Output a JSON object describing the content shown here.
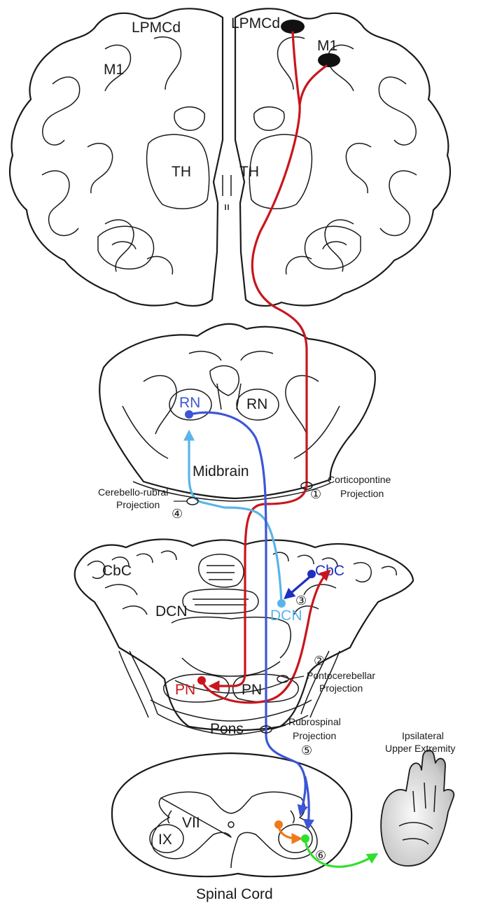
{
  "colors": {
    "corticopontine": "#c8161d",
    "pontocerebellar": "#c8161d",
    "cerebello_rubral": "#5ab4e8",
    "rubrospinal": "#3d56d6",
    "dcn_to_cbc": "#1f2fc0",
    "interneuron": "#f07a1a",
    "motor_output": "#2ee02e",
    "outline": "#1a1a1a"
  },
  "brain": {
    "left_lpmcd": "LPMCd",
    "left_m1": "M1",
    "right_lpmcd": "LPMCd",
    "right_m1": "M1",
    "left_th": "TH",
    "right_th": "TH"
  },
  "midbrain": {
    "label": "Midbrain",
    "rn_left": "RN",
    "rn_right": "RN"
  },
  "pons": {
    "label": "Pons",
    "cbc_left": "CbC",
    "cbc_right": "CbC",
    "dcn_left": "DCN",
    "dcn_right": "DCN",
    "pn_left": "PN",
    "pn_right": "PN"
  },
  "spinal": {
    "label": "Spinal Cord",
    "lamina_vii": "VII",
    "lamina_ix": "IX"
  },
  "limb": {
    "line1": "Ipsilateral",
    "line2": "Upper Extremity"
  },
  "projections": [
    {
      "number": "①",
      "line1": "Corticopontine",
      "line2": "Projection"
    },
    {
      "number": "②",
      "line1": "Pontocerebellar",
      "line2": "Projection"
    },
    {
      "number": "③",
      "line1": "",
      "line2": ""
    },
    {
      "number": "④",
      "line1": "Cerebello-rubral",
      "line2": "Projection"
    },
    {
      "number": "⑤",
      "line1": "Rubrospinal",
      "line2": "Projection"
    },
    {
      "number": "⑥",
      "line1": "",
      "line2": ""
    }
  ]
}
